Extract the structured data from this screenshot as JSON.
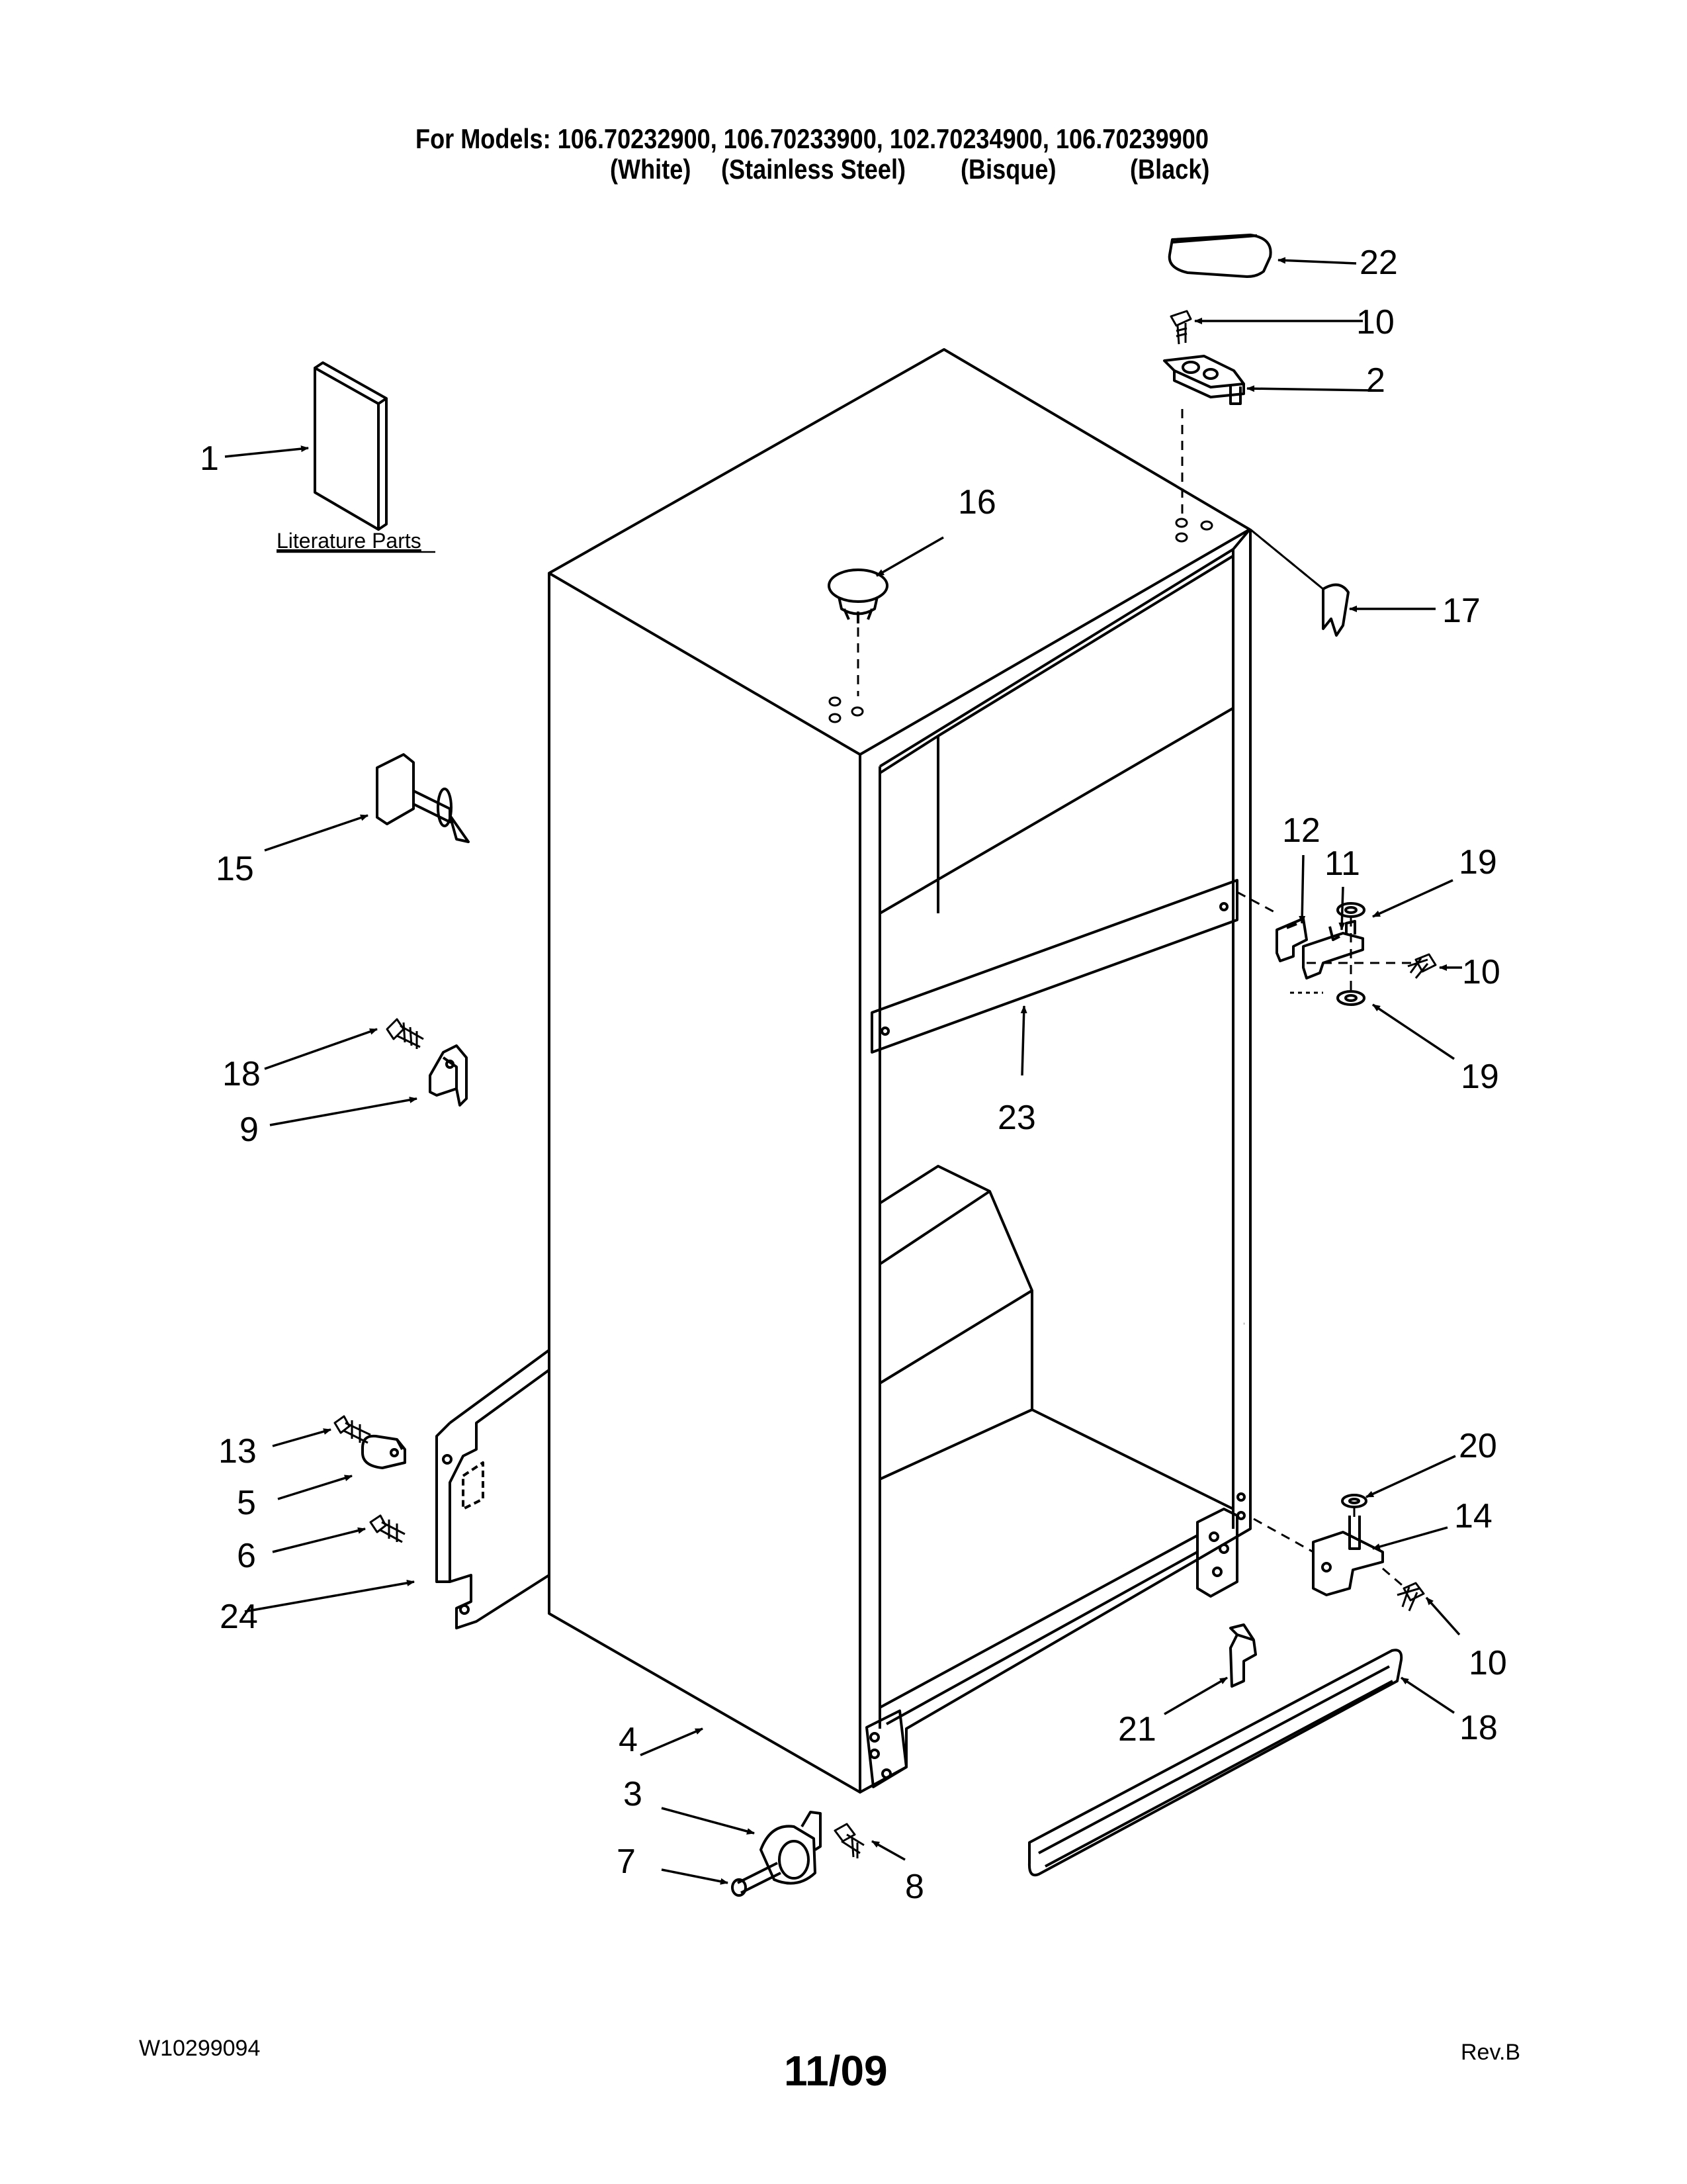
{
  "header": {
    "models_line": "For Models: 106.70232900, 106.70233900, 102.70234900, 106.70239900",
    "colors": [
      "(White)",
      "(Stainless Steel)",
      "(Bisque)",
      "(Black)"
    ]
  },
  "literature_label": "Literature Parts",
  "callouts": [
    {
      "id": "c1",
      "label": "1"
    },
    {
      "id": "c2",
      "label": "2"
    },
    {
      "id": "c3",
      "label": "3"
    },
    {
      "id": "c4",
      "label": "4"
    },
    {
      "id": "c5",
      "label": "5"
    },
    {
      "id": "c6",
      "label": "6"
    },
    {
      "id": "c7",
      "label": "7"
    },
    {
      "id": "c8",
      "label": "8"
    },
    {
      "id": "c9",
      "label": "9"
    },
    {
      "id": "c10a",
      "label": "10"
    },
    {
      "id": "c10b",
      "label": "10"
    },
    {
      "id": "c10c",
      "label": "10"
    },
    {
      "id": "c11",
      "label": "11"
    },
    {
      "id": "c12",
      "label": "12"
    },
    {
      "id": "c13",
      "label": "13"
    },
    {
      "id": "c14",
      "label": "14"
    },
    {
      "id": "c15",
      "label": "15"
    },
    {
      "id": "c16",
      "label": "16"
    },
    {
      "id": "c17",
      "label": "17"
    },
    {
      "id": "c18a",
      "label": "18"
    },
    {
      "id": "c18b",
      "label": "18"
    },
    {
      "id": "c19a",
      "label": "19"
    },
    {
      "id": "c19b",
      "label": "19"
    },
    {
      "id": "c20",
      "label": "20"
    },
    {
      "id": "c21",
      "label": "21"
    },
    {
      "id": "c22",
      "label": "22"
    },
    {
      "id": "c23",
      "label": "23"
    },
    {
      "id": "c24",
      "label": "24"
    }
  ],
  "footer": {
    "doc_number": "W10299094",
    "date": "11/09",
    "revision": "Rev.B"
  }
}
